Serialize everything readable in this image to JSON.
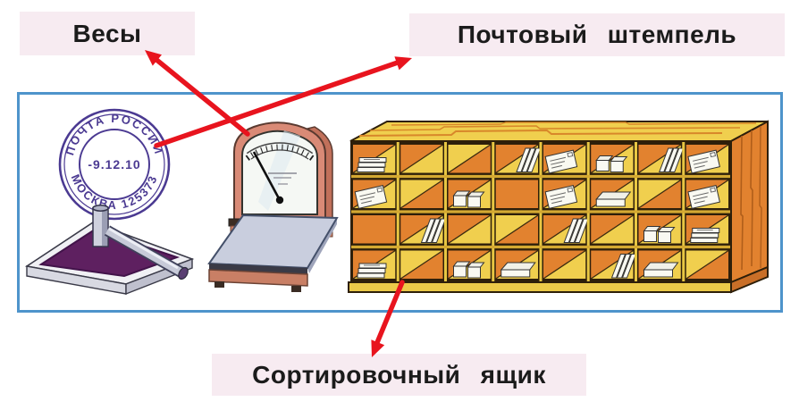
{
  "labels": {
    "scales": "Весы",
    "postmark": "Почтовый штемпель",
    "sorting_box": "Сортировочный ящик"
  },
  "stamp_mark": {
    "arc_top": "ПОЧТА РОССИИ",
    "date": "-9.12.10",
    "arc_bottom": "МОСКВА 125373"
  },
  "colors": {
    "frame-blue": "#4e94cb",
    "arrow-red": "#e8141e",
    "label-bg": "#f7ebf1",
    "label-text": "#1b1b1b",
    "stamp-ink": "#4b3a92",
    "pad-magenta": "#5e2060",
    "wood-yellow": "#f0cf4e",
    "wood-orange": "#e2822f",
    "wood-dark": "#2e1f0a",
    "divider-yellow": "#e8c743",
    "scale-salmon": "#d98a76",
    "platform-gray": "#c9cede",
    "mail-white": "#f9f9f1"
  },
  "sorting_box": {
    "rows": 4,
    "columns": 8,
    "cells": [
      [
        "a:stack",
        "a",
        "b",
        "a:lean",
        "a:env",
        "a:box",
        "a:lean",
        "a:env"
      ],
      [
        "a:env",
        "b",
        "a:box",
        "o",
        "a:env",
        "a:pkg",
        "b",
        "a:env"
      ],
      [
        "o",
        "a:lean",
        "a",
        "b",
        "a:lean",
        "a",
        "a:box",
        "a:stack"
      ],
      [
        "a:stack",
        "b",
        "a:box",
        "a:pkg",
        "a",
        "a:lean",
        "a:pkg",
        "b"
      ]
    ]
  }
}
